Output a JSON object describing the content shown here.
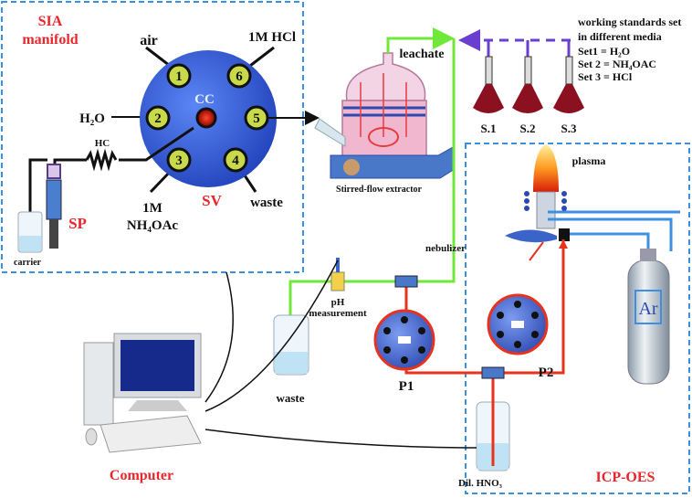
{
  "sia": {
    "title_line1": "SIA",
    "title_line2": "manifold",
    "valve_label": "SV",
    "center_label": "CC",
    "pump_label": "SP",
    "coil_label": "HC",
    "carrier_label": "carrier",
    "ports": [
      "1",
      "2",
      "3",
      "4",
      "5",
      "6"
    ],
    "reagents": {
      "air": "air",
      "hcl": "1M HCl",
      "water": "H₂O",
      "nh4_line1": "1M",
      "nh4_line2": "NH₄OAc",
      "waste": "waste"
    }
  },
  "extractor": {
    "label": "Stirred-flow extractor",
    "leachate": "leachate"
  },
  "standards": {
    "flasks": [
      "S.1",
      "S.2",
      "S.3"
    ],
    "note": [
      "working standards set",
      "in different media",
      "Set1 =  H₂O",
      "Set 2 = NH₄OAC",
      "Set 3 = HCl"
    ]
  },
  "flow": {
    "ph_line1": "pH",
    "ph_line2": "measurement",
    "waste": "waste",
    "p1": "P1",
    "p2": "P2",
    "acid": "Dil. HNO₃"
  },
  "icp": {
    "title": "ICP-OES",
    "plasma": "plasma",
    "nebulizer": "nebulizer",
    "gas": "Ar"
  },
  "computer": {
    "label": "Computer"
  },
  "colors": {
    "box_border": "#3d8fe0",
    "valve": "#2f5fd8",
    "leachate_line": "#6fe83a",
    "acid_line": "#e8321e",
    "standards_line": "#6a3fd0",
    "label_red": "#e8262b"
  }
}
